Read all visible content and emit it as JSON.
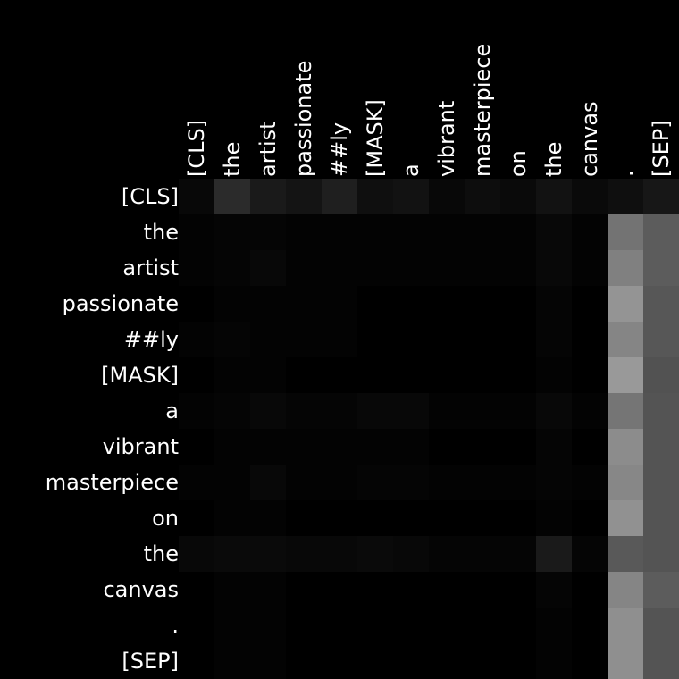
{
  "chart_data": {
    "type": "heatmap",
    "x_labels": [
      "[CLS]",
      "the",
      "artist",
      "passionate",
      "##ly",
      "[MASK]",
      "a",
      "vibrant",
      "masterpiece",
      "on",
      "the",
      "canvas",
      ".",
      "[SEP]"
    ],
    "y_labels": [
      "[CLS]",
      "the",
      "artist",
      "passionate",
      "##ly",
      "[MASK]",
      "a",
      "vibrant",
      "masterpiece",
      "on",
      "the",
      "canvas",
      ".",
      "[SEP]"
    ],
    "colormap": "grayscale",
    "value_range": [
      0,
      1
    ],
    "background_color": "#000000",
    "text_color": "#ffffff",
    "values": [
      [
        0.03,
        0.17,
        0.1,
        0.08,
        0.12,
        0.06,
        0.07,
        0.03,
        0.05,
        0.04,
        0.07,
        0.04,
        0.06,
        0.09
      ],
      [
        0.01,
        0.02,
        0.02,
        0.01,
        0.01,
        0.01,
        0.01,
        0.01,
        0.01,
        0.01,
        0.03,
        0.01,
        0.45,
        0.36
      ],
      [
        0.01,
        0.02,
        0.03,
        0.01,
        0.01,
        0.01,
        0.01,
        0.01,
        0.01,
        0.01,
        0.03,
        0.01,
        0.5,
        0.36
      ],
      [
        0.0,
        0.01,
        0.01,
        0.01,
        0.01,
        0.0,
        0.0,
        0.0,
        0.0,
        0.0,
        0.02,
        0.0,
        0.58,
        0.34
      ],
      [
        0.01,
        0.02,
        0.01,
        0.01,
        0.01,
        0.0,
        0.0,
        0.0,
        0.0,
        0.0,
        0.02,
        0.0,
        0.52,
        0.34
      ],
      [
        0.0,
        0.01,
        0.01,
        0.0,
        0.0,
        0.0,
        0.0,
        0.0,
        0.0,
        0.0,
        0.01,
        0.0,
        0.6,
        0.32
      ],
      [
        0.01,
        0.02,
        0.03,
        0.02,
        0.02,
        0.03,
        0.03,
        0.01,
        0.01,
        0.01,
        0.03,
        0.01,
        0.46,
        0.33
      ],
      [
        0.0,
        0.01,
        0.01,
        0.01,
        0.01,
        0.01,
        0.01,
        0.0,
        0.0,
        0.0,
        0.02,
        0.0,
        0.55,
        0.33
      ],
      [
        0.01,
        0.01,
        0.03,
        0.01,
        0.01,
        0.02,
        0.02,
        0.01,
        0.01,
        0.01,
        0.02,
        0.01,
        0.53,
        0.33
      ],
      [
        0.0,
        0.01,
        0.01,
        0.0,
        0.0,
        0.0,
        0.0,
        0.0,
        0.0,
        0.0,
        0.01,
        0.0,
        0.57,
        0.33
      ],
      [
        0.03,
        0.04,
        0.04,
        0.03,
        0.03,
        0.04,
        0.03,
        0.02,
        0.02,
        0.02,
        0.1,
        0.02,
        0.35,
        0.33
      ],
      [
        0.0,
        0.01,
        0.01,
        0.0,
        0.0,
        0.0,
        0.0,
        0.0,
        0.0,
        0.0,
        0.02,
        0.0,
        0.52,
        0.36
      ],
      [
        0.0,
        0.01,
        0.01,
        0.0,
        0.0,
        0.0,
        0.0,
        0.0,
        0.0,
        0.0,
        0.01,
        0.0,
        0.56,
        0.33
      ],
      [
        0.0,
        0.01,
        0.01,
        0.0,
        0.0,
        0.0,
        0.0,
        0.0,
        0.0,
        0.0,
        0.01,
        0.0,
        0.56,
        0.33
      ]
    ]
  }
}
